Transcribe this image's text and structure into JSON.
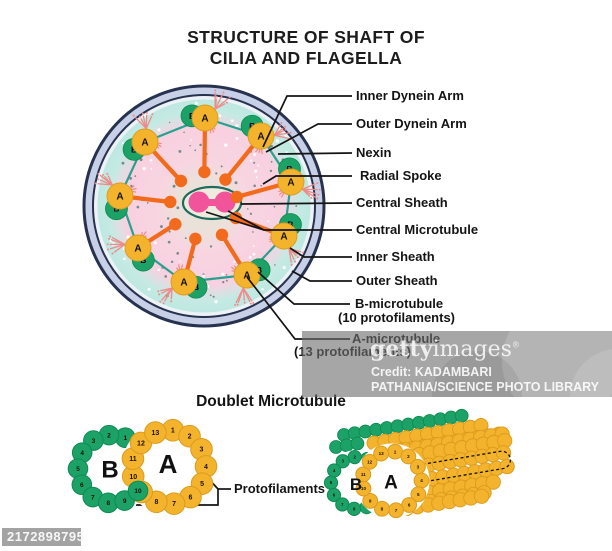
{
  "title": {
    "line1": "STRUCTURE OF SHAFT OF",
    "line2": "CILIA AND FLAGELLA"
  },
  "callouts": [
    {
      "label": "Inner Dynein Arm"
    },
    {
      "label": "Outer Dynein Arm"
    },
    {
      "label": "Nexin"
    },
    {
      "label": "Radial Spoke"
    },
    {
      "label": "Central Sheath"
    },
    {
      "label": "Central Microtubule"
    },
    {
      "label": "Inner Sheath"
    },
    {
      "label": "Outer Sheath"
    },
    {
      "label": "B-microtubule",
      "sub": "(10 protofilaments)"
    },
    {
      "label": "A-microtubule",
      "sub": "(13 protofilaments)"
    }
  ],
  "cross_section": {
    "a_letter": "A",
    "b_letter": "B",
    "doublet_count": 9
  },
  "bottom": {
    "heading": "Doublet Microtubule",
    "protofilaments_label": "Protofilaments",
    "a_letter": "A",
    "b_letter": "B",
    "a_numbers": [
      1,
      2,
      3,
      4,
      5,
      6,
      7,
      8,
      9,
      10,
      11,
      12,
      13
    ],
    "b_numbers": [
      1,
      2,
      3,
      4,
      5,
      6,
      7,
      8,
      9,
      10
    ]
  },
  "watermark": {
    "brand_bold": "getty",
    "brand_light": "images",
    "registered": "®",
    "credit_line1": "Credit: KADAMBARI",
    "credit_line2": "PATHANIA/SCIENCE PHOTO LIBRARY",
    "image_id": "2172898795"
  },
  "colors": {
    "a_fill": "#F4B32C",
    "a_stroke": "#DB9B1E",
    "b_fill": "#1CA266",
    "b_stroke": "#0E8A52",
    "spoke": "#F26A1B",
    "tuft": "#EF8A8A",
    "nexin": "#2AA090",
    "central_pink": "#F2549B",
    "oval_fill": "#EFEBDF",
    "oval_stroke": "#1D6B5C",
    "outer_ring": "#C7D0E6",
    "navy": "#27324F",
    "light_gap": "#EDF2F6",
    "teal_in": "#E2F5F1",
    "teal_out": "#BEE8E1",
    "pink": "#F8D2E0",
    "beige": "#E7E2D6",
    "leader": "#141414"
  }
}
